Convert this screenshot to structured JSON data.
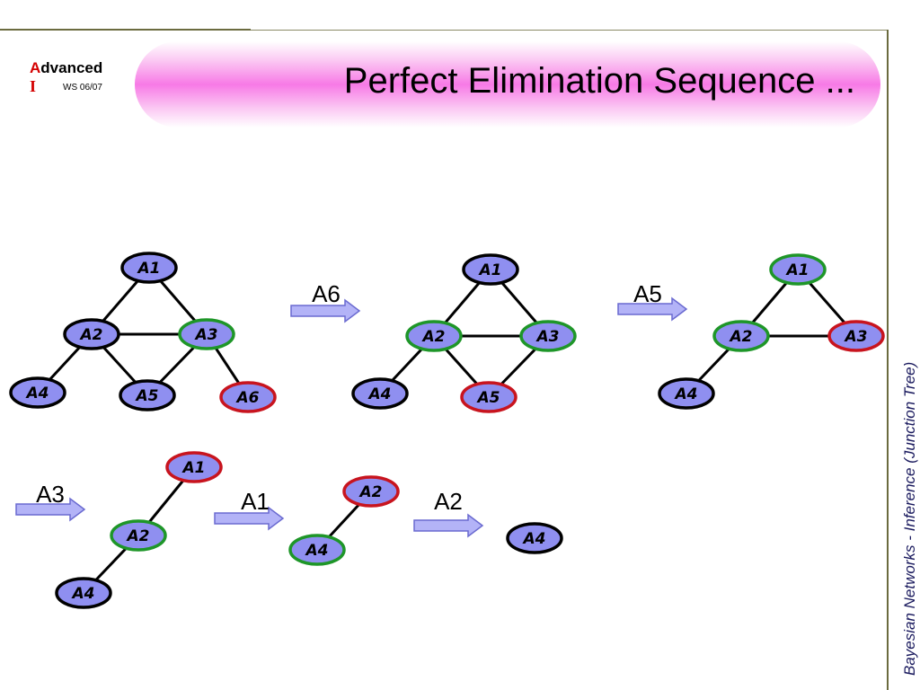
{
  "header": {
    "logo_first_letter": "A",
    "logo_rest": "dvanced",
    "logo_second_line": "I",
    "semester": "WS 06/07",
    "title": "Perfect Elimination Sequence ..."
  },
  "sidebar_text": "Bayesian Networks  -  Inference (Junction Tree)",
  "colors": {
    "node_fill": "#8f8ff0",
    "plain_border": "#000000",
    "eliminated_border": "#c8141e",
    "neighbor_border": "#1e9628",
    "arrow_fill": "#b3b3f7",
    "title_gradient_center": "#f77ae6"
  },
  "steps": [
    {
      "graph": "g0",
      "eliminated": null
    },
    {
      "graph": "g1",
      "eliminated": "A6"
    },
    {
      "graph": "g2",
      "eliminated": "A5"
    },
    {
      "graph": "g3",
      "eliminated": "A3"
    },
    {
      "graph": "g4",
      "eliminated": "A1"
    },
    {
      "graph": "g5",
      "eliminated": "A2"
    }
  ],
  "arrow_labels": [
    "A6",
    "A5",
    "A3",
    "A1",
    "A2"
  ],
  "graphs": {
    "g0": {
      "nodes": [
        {
          "id": "A1",
          "state": "plain"
        },
        {
          "id": "A2",
          "state": "plain"
        },
        {
          "id": "A3",
          "state": "neighbor"
        },
        {
          "id": "A4",
          "state": "plain"
        },
        {
          "id": "A5",
          "state": "plain"
        },
        {
          "id": "A6",
          "state": "eliminated"
        }
      ],
      "edges": [
        [
          "A1",
          "A2"
        ],
        [
          "A1",
          "A3"
        ],
        [
          "A2",
          "A3"
        ],
        [
          "A2",
          "A4"
        ],
        [
          "A2",
          "A5"
        ],
        [
          "A3",
          "A5"
        ],
        [
          "A3",
          "A6"
        ]
      ]
    },
    "g1": {
      "nodes": [
        {
          "id": "A1",
          "state": "plain"
        },
        {
          "id": "A2",
          "state": "neighbor"
        },
        {
          "id": "A3",
          "state": "neighbor"
        },
        {
          "id": "A4",
          "state": "plain"
        },
        {
          "id": "A5",
          "state": "eliminated"
        }
      ],
      "edges": [
        [
          "A1",
          "A2"
        ],
        [
          "A1",
          "A3"
        ],
        [
          "A2",
          "A3"
        ],
        [
          "A2",
          "A4"
        ],
        [
          "A2",
          "A5"
        ],
        [
          "A3",
          "A5"
        ]
      ]
    },
    "g2": {
      "nodes": [
        {
          "id": "A1",
          "state": "neighbor"
        },
        {
          "id": "A2",
          "state": "neighbor"
        },
        {
          "id": "A3",
          "state": "eliminated"
        },
        {
          "id": "A4",
          "state": "plain"
        }
      ],
      "edges": [
        [
          "A1",
          "A2"
        ],
        [
          "A1",
          "A3"
        ],
        [
          "A2",
          "A3"
        ],
        [
          "A2",
          "A4"
        ]
      ]
    },
    "g3": {
      "nodes": [
        {
          "id": "A1",
          "state": "eliminated"
        },
        {
          "id": "A2",
          "state": "neighbor"
        },
        {
          "id": "A4",
          "state": "plain"
        }
      ],
      "edges": [
        [
          "A1",
          "A2"
        ],
        [
          "A2",
          "A4"
        ]
      ]
    },
    "g4": {
      "nodes": [
        {
          "id": "A2",
          "state": "eliminated"
        },
        {
          "id": "A4",
          "state": "neighbor"
        }
      ],
      "edges": [
        [
          "A2",
          "A4"
        ]
      ]
    },
    "g5": {
      "nodes": [
        {
          "id": "A4",
          "state": "plain"
        }
      ],
      "edges": []
    }
  }
}
